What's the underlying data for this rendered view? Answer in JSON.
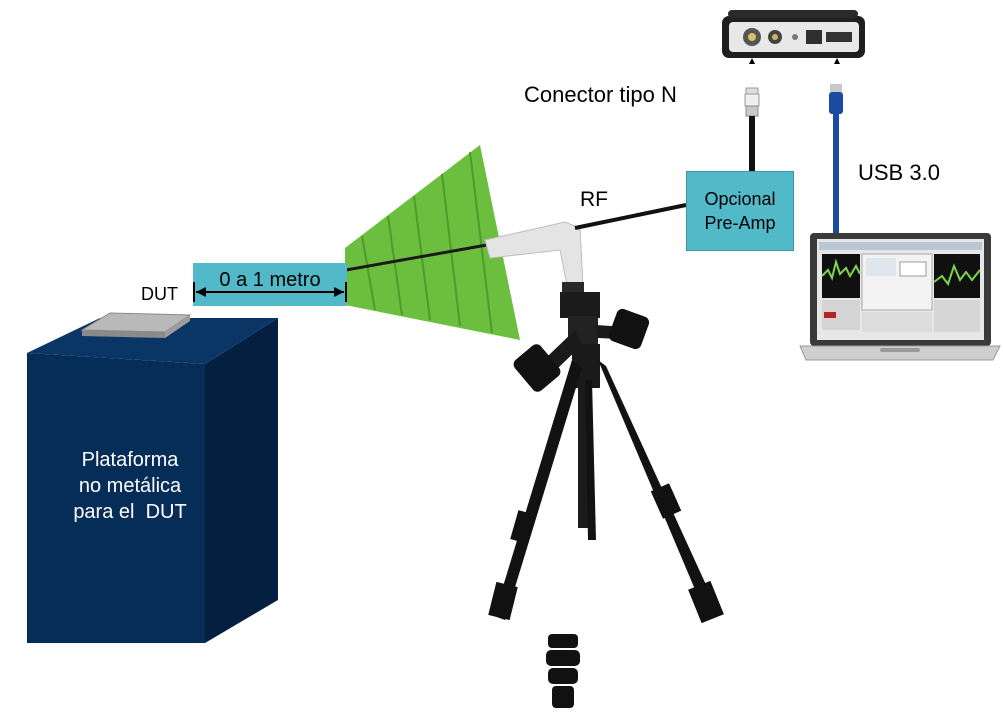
{
  "labels": {
    "connector": "Conector tipo N",
    "usb": "USB 3.0",
    "rf": "RF",
    "dut": "DUT",
    "preamp_line1": "Opcional",
    "preamp_line2": "Pre-Amp",
    "distance": "0 a 1 metro",
    "platform_line1": "Plataforma",
    "platform_line2": "no metálica",
    "platform_line3": "para el  DUT"
  },
  "colors": {
    "platform": "#062d58",
    "antenna": "#6cbf3e",
    "callout": "#52b9c9",
    "usb_cable": "#1b4aa3",
    "tripod": "#111111"
  },
  "icons": [
    "spectrum-analyzer-icon",
    "laptop-icon",
    "tripod-icon",
    "antenna-icon"
  ]
}
